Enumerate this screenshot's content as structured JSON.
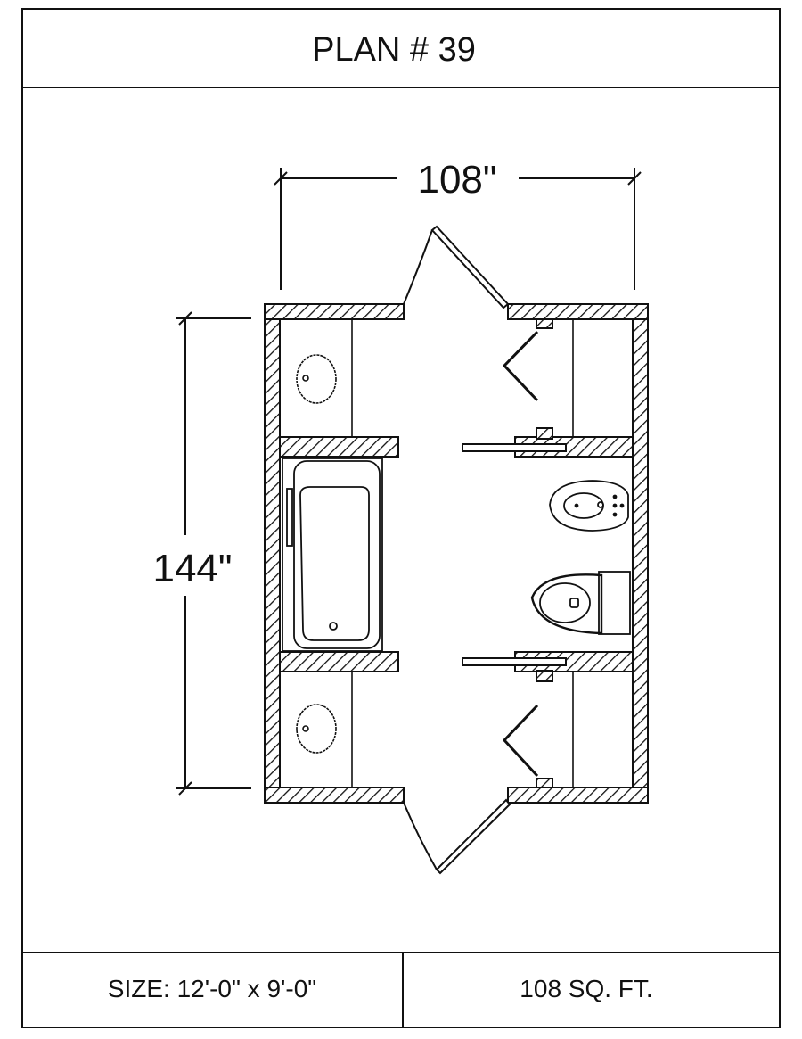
{
  "title": "PLAN # 39",
  "dimensions": {
    "width": "108\"",
    "height": "144\""
  },
  "footer": {
    "size": "SIZE:  12'-0\" x 9'-0\"",
    "area": "108 SQ. FT."
  },
  "colors": {
    "line": "#111111",
    "background": "#ffffff"
  }
}
